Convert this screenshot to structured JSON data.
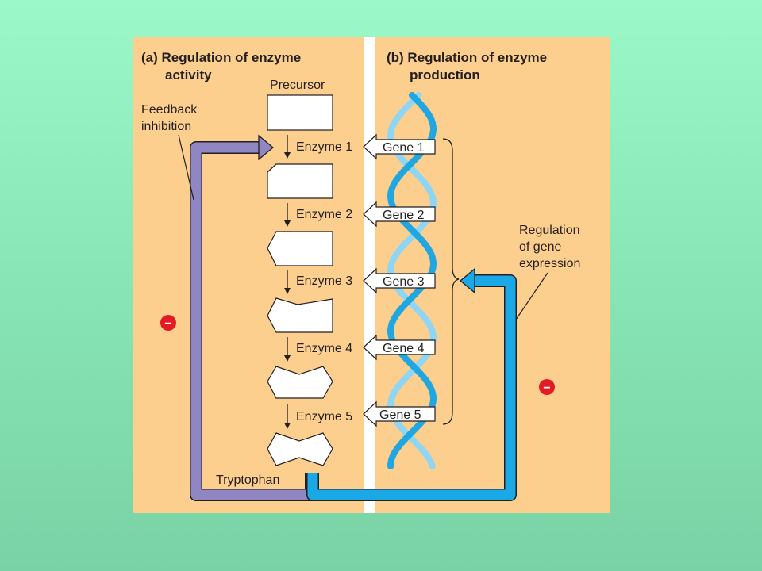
{
  "panel_a": {
    "title_line1": "(a) Regulation of enzyme",
    "title_line2": "activity"
  },
  "panel_b": {
    "title_line1": "(b) Regulation of enzyme",
    "title_line2": "production"
  },
  "labels": {
    "precursor": "Precursor",
    "feedback_line1": "Feedback",
    "feedback_line2": "inhibition",
    "tryptophan": "Tryptophan",
    "regulation_line1": "Regulation",
    "regulation_line2": "of gene",
    "regulation_line3": "expression",
    "inhibit_symbol_a": "−",
    "inhibit_symbol_b": "−"
  },
  "enzymes": [
    "Enzyme 1",
    "Enzyme 2",
    "Enzyme 3",
    "Enzyme 4",
    "Enzyme 5"
  ],
  "genes": [
    "Gene 1",
    "Gene 2",
    "Gene 3",
    "Gene 4",
    "Gene 5"
  ],
  "colors": {
    "panel": "#fdcf8f",
    "feedback_arrow": "#8f86c2",
    "gene_regulation_arrow": "#1aa9e6",
    "dna_strand_dark": "#20a6e0",
    "dna_strand_light": "#8fd6f5",
    "inhibit_circle": "#e31b23"
  }
}
